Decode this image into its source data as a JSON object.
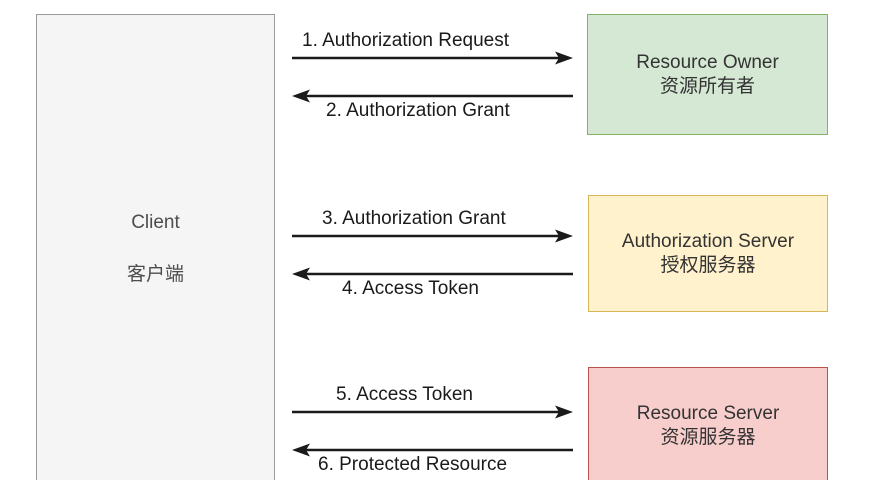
{
  "diagram": {
    "title_visible": false,
    "colors": {
      "client_fill": "#f5f5f5",
      "client_stroke": "#9a9a9a",
      "resource_owner_fill": "#d5e8d4",
      "resource_owner_stroke": "#82b366",
      "authorization_server_fill": "#fff2cc",
      "authorization_server_stroke": "#d6b656",
      "resource_server_fill": "#f8cecc",
      "resource_server_stroke": "#b85450",
      "arrow_color": "#1a1a1a",
      "label_color": "#1a1a1a"
    }
  },
  "nodes": {
    "client": {
      "label_en": "Client",
      "label_zh": "客户端"
    },
    "resource_owner": {
      "label_en": "Resource Owner",
      "label_zh": "资源所有者"
    },
    "authorization_server": {
      "label_en": "Authorization Server",
      "label_zh": "授权服务器"
    },
    "resource_server": {
      "label_en": "Resource Server",
      "label_zh": "资源服务器"
    }
  },
  "flows": [
    {
      "step": "1",
      "label": "1. Authorization Request",
      "direction": "right",
      "from": "client",
      "to": "resource_owner",
      "label_position": "above"
    },
    {
      "step": "2",
      "label": "2. Authorization Grant",
      "direction": "left",
      "from": "resource_owner",
      "to": "client",
      "label_position": "below"
    },
    {
      "step": "3",
      "label": "3. Authorization Grant",
      "direction": "right",
      "from": "client",
      "to": "authorization_server",
      "label_position": "above"
    },
    {
      "step": "4",
      "label": "4. Access Token",
      "direction": "left",
      "from": "authorization_server",
      "to": "client",
      "label_position": "below"
    },
    {
      "step": "5",
      "label": "5. Access Token",
      "direction": "right",
      "from": "client",
      "to": "resource_server",
      "label_position": "above"
    },
    {
      "step": "6",
      "label": "6. Protected Resource",
      "direction": "left",
      "from": "resource_server",
      "to": "client",
      "label_position": "below"
    }
  ]
}
